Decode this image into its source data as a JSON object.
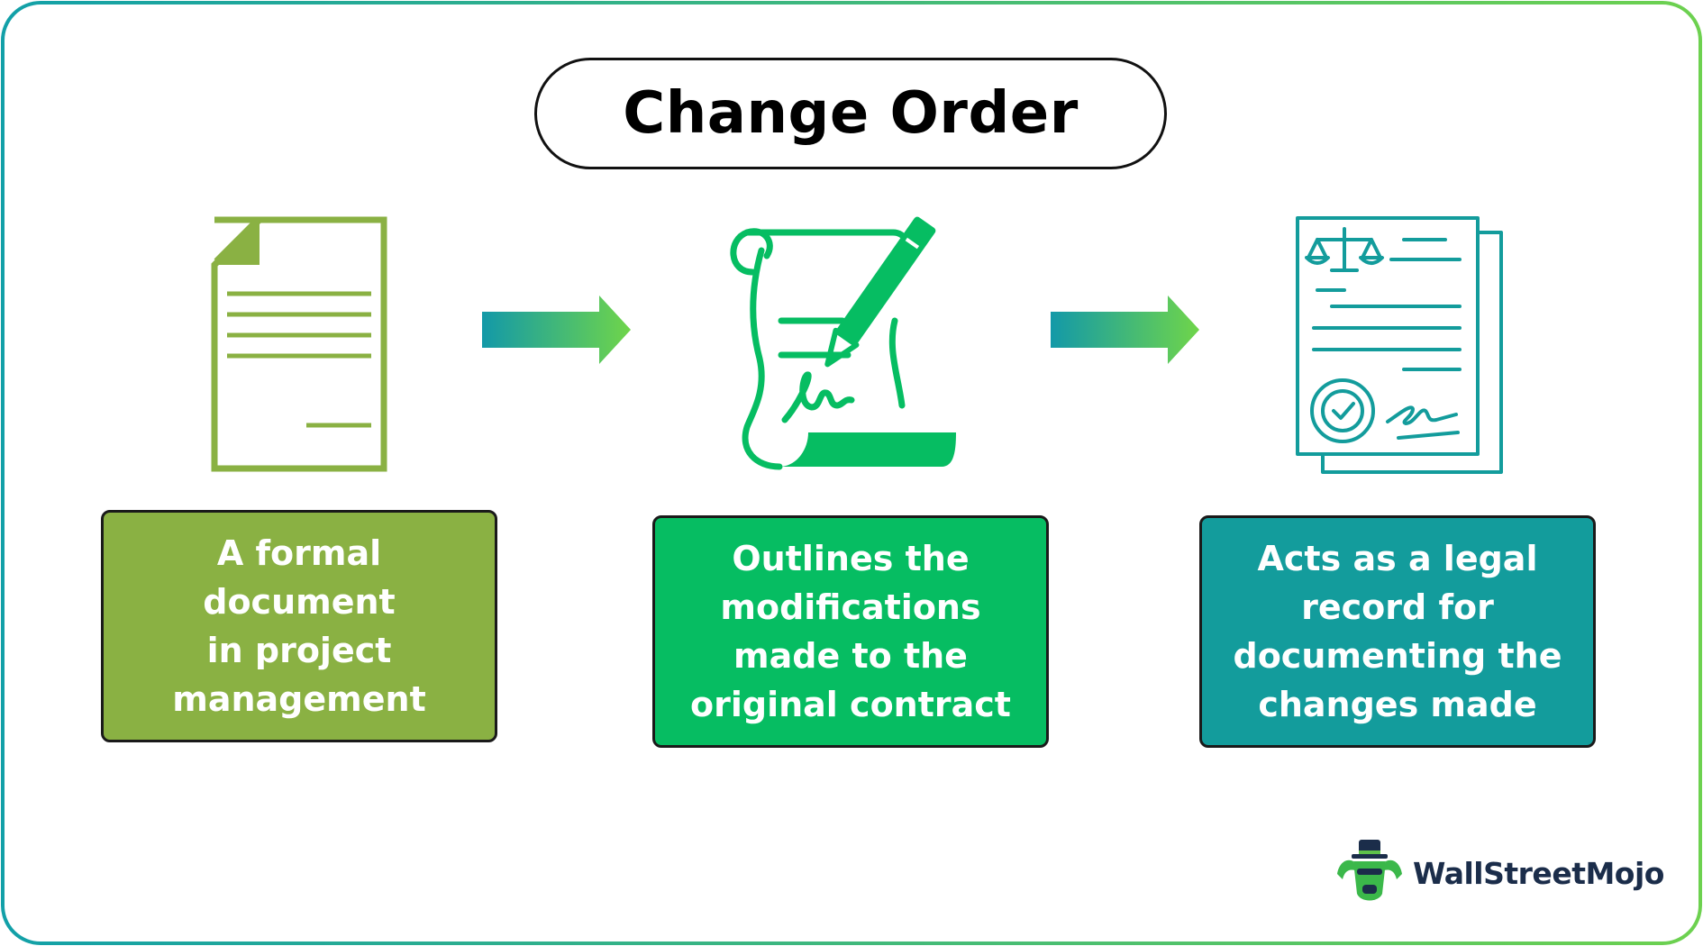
{
  "title": "Change Order",
  "steps": [
    {
      "text_lines": [
        "A formal document",
        "in project",
        "management"
      ],
      "color": "#8ab143",
      "icon": "document-icon"
    },
    {
      "text_lines": [
        "Outlines the",
        "modifications",
        "made to the",
        "original contract"
      ],
      "color": "#06bd62",
      "icon": "signed-scroll-icon"
    },
    {
      "text_lines": [
        "Acts as a legal",
        "record for",
        "documenting the",
        "changes made"
      ],
      "color": "#139c9c",
      "icon": "legal-document-icon"
    }
  ],
  "brand": {
    "name": "WallStreetMojo",
    "icon": "mascot-logo-icon"
  },
  "colors": {
    "frame_gradient_start": "#12a0a8",
    "frame_gradient_end": "#6dd14f",
    "arrow_start": "#1399a8",
    "arrow_end": "#6fd54a"
  }
}
